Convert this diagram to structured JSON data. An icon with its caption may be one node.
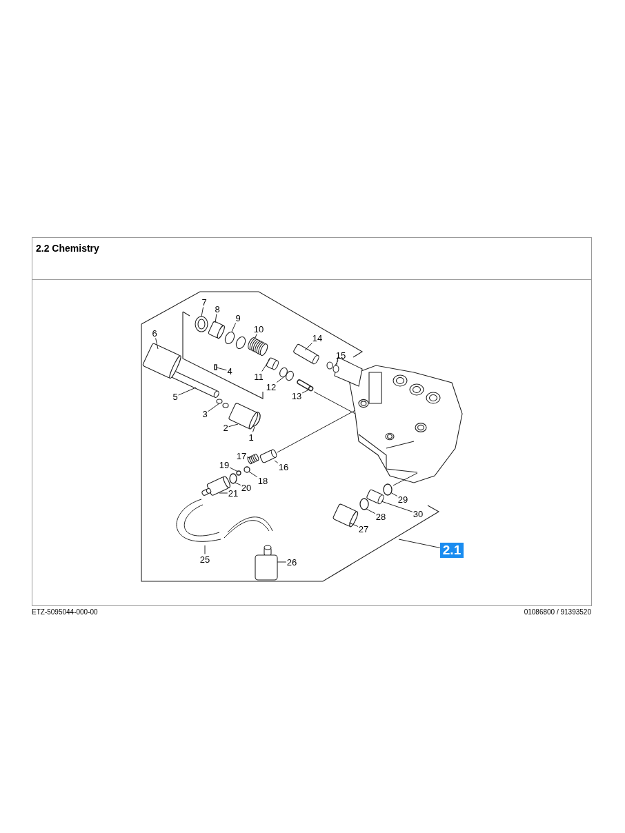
{
  "diagram": {
    "title": "2.2 Chemistry",
    "nodes": [
      {
        "text": [],
        "shape": "box"
      },
      {
        "text": [
          "1"
        ],
        "in": 0
      },
      {
        "text": [
          "2"
        ],
        "in": 0
      },
      {
        "text": [
          "3"
        ],
        "in": 0
      },
      {
        "text": [
          "4"
        ],
        "in": 0
      },
      {
        "text": [
          "5"
        ],
        "in": 0
      },
      {
        "text": [
          "6"
        ],
        "in": 0
      },
      {
        "text": [
          "7"
        ],
        "in": 0
      },
      {
        "text": [
          "8"
        ],
        "in": 0
      },
      {
        "text": [
          "9"
        ],
        "in": 0
      },
      {
        "text": [
          "10"
        ],
        "in": 0
      },
      {
        "text": [
          "11"
        ],
        "in": 0
      },
      {
        "text": [
          "12"
        ],
        "in": 0
      },
      {
        "text": [
          "13"
        ],
        "in": 0
      },
      {
        "text": [
          "14"
        ],
        "in": 0
      },
      {
        "text": [
          "15"
        ],
        "in": 0
      },
      {
        "text": [
          "16"
        ],
        "in": 0
      },
      {
        "text": [
          "17"
        ],
        "in": 0
      },
      {
        "text": [
          "18"
        ],
        "in": 0
      },
      {
        "text": [
          "19"
        ],
        "in": 0
      },
      {
        "text": [
          "20"
        ],
        "in": 0
      },
      {
        "text": [
          "21"
        ],
        "in": 0
      },
      {
        "text": [
          "25"
        ],
        "in": 0
      },
      {
        "text": [
          "26"
        ],
        "in": 0
      },
      {
        "text": [
          "27"
        ],
        "in": 0
      },
      {
        "text": [
          "28"
        ],
        "in": 0
      },
      {
        "text": [
          "29"
        ],
        "in": 0
      },
      {
        "text": [
          "30"
        ],
        "in": 0
      },
      {
        "text": [
          "2.1"
        ]
      },
      {
        "text": [],
        "shape": "circle",
        "in": 0
      },
      {
        "text": [],
        "shape": "picture",
        "in": 0
      },
      {
        "text": [],
        "shape": "picture",
        "in": 0
      },
      {
        "text": [],
        "shape": "bar",
        "in": 0
      },
      {
        "text": [],
        "shape": "picture",
        "in": 0
      },
      {
        "text": [],
        "shape": "picture",
        "in": 0
      },
      {
        "text": [],
        "shape": "picture",
        "in": 0
      },
      {
        "text": [],
        "shape": "picture",
        "in": 0
      },
      {
        "text": [],
        "shape": "picture",
        "in": 0
      },
      {
        "text": [],
        "shape": "picture",
        "in": 0
      },
      {
        "text": [],
        "shape": "picture",
        "in": 0
      },
      {
        "text": [],
        "shape": "picture",
        "in": 0
      },
      {
        "text": [],
        "shape": "bar",
        "in": 0
      },
      {
        "text": [],
        "shape": "picture",
        "in": 0
      },
      {
        "text": [],
        "shape": "picture",
        "in": 0
      },
      {
        "text": [],
        "shape": "picture",
        "in": 0
      },
      {
        "text": [],
        "shape": "picture",
        "in": 0
      },
      {
        "text": [],
        "shape": "circle",
        "in": 0
      },
      {
        "text": [],
        "shape": "circle",
        "in": 0
      },
      {
        "text": [],
        "shape": "circle",
        "in": 0
      },
      {
        "text": [],
        "shape": "picture",
        "in": 0
      },
      {
        "text": [],
        "shape": "picture",
        "in": 0
      },
      {
        "text": [],
        "shape": "picture",
        "in": 0
      },
      {
        "text": [],
        "shape": "picture",
        "in": 0
      },
      {
        "text": [],
        "shape": "circle",
        "in": 0
      },
      {
        "text": [],
        "shape": "circle",
        "in": 0
      },
      {
        "text": [],
        "shape": "picture",
        "in": 0
      }
    ],
    "edges": [
      {
        "from": 1,
        "to": 29,
        "arrow": "none"
      },
      {
        "from": 2,
        "to": 30,
        "arrow": "none"
      },
      {
        "from": 3,
        "to": 31,
        "arrow": "none"
      },
      {
        "from": 4,
        "to": 32,
        "arrow": "none"
      },
      {
        "from": 5,
        "to": 33,
        "arrow": "none"
      },
      {
        "from": 6,
        "to": 34,
        "arrow": "none"
      },
      {
        "from": 7,
        "to": 35,
        "arrow": "none"
      },
      {
        "from": 8,
        "to": 36,
        "arrow": "none"
      },
      {
        "from": 9,
        "to": 37,
        "arrow": "none"
      },
      {
        "from": 10,
        "to": 38,
        "arrow": "none"
      },
      {
        "from": 11,
        "to": 39,
        "arrow": "none"
      },
      {
        "from": 12,
        "to": 40,
        "arrow": "none"
      },
      {
        "from": 13,
        "to": 41,
        "arrow": "none"
      },
      {
        "from": 14,
        "to": 42,
        "arrow": "none"
      },
      {
        "from": 15,
        "to": 43,
        "arrow": "none"
      },
      {
        "from": 16,
        "to": 44,
        "arrow": "none"
      },
      {
        "from": 17,
        "to": 45,
        "arrow": "none"
      },
      {
        "from": 18,
        "to": 46,
        "arrow": "none"
      },
      {
        "from": 19,
        "to": 47,
        "arrow": "none"
      },
      {
        "from": 20,
        "to": 48,
        "arrow": "none"
      },
      {
        "from": 21,
        "to": 49,
        "arrow": "none"
      },
      {
        "from": 22,
        "to": 50,
        "arrow": "none"
      },
      {
        "from": 23,
        "to": 51,
        "arrow": "none"
      },
      {
        "from": 24,
        "to": 52,
        "arrow": "none"
      },
      {
        "from": 25,
        "to": 53,
        "arrow": "none"
      },
      {
        "from": 26,
        "to": 54,
        "arrow": "none"
      },
      {
        "from": 27,
        "to": 55,
        "arrow": "none"
      },
      {
        "from": 28,
        "to": 0,
        "arrow": "none"
      }
    ],
    "labels": [
      "ETZ-5095044-000-00",
      "01086800 / 91393520"
    ]
  }
}
